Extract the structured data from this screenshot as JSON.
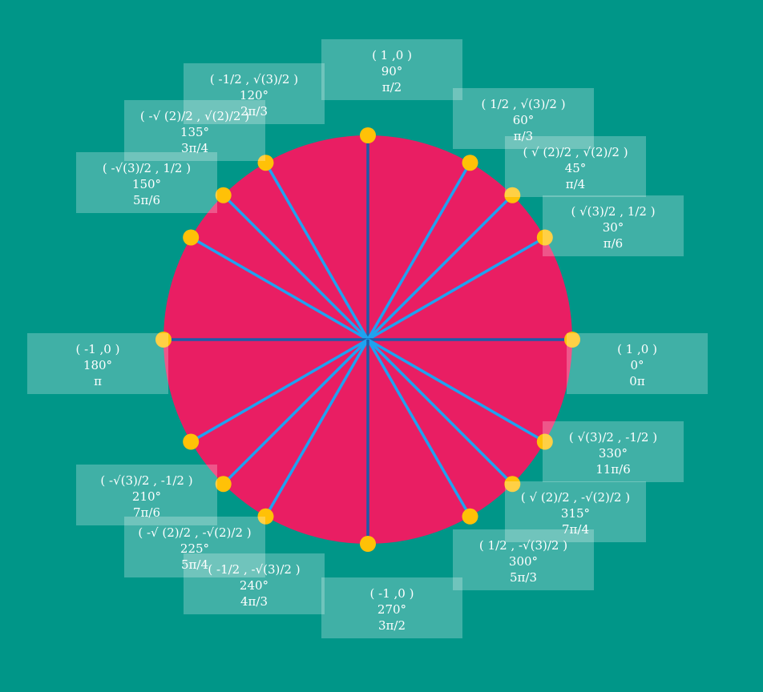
{
  "colors": {
    "background": "#009688",
    "circle_fill": "#E91E63",
    "spoke_primary": "#1E5BA8",
    "spoke_secondary": "#1FA2F0",
    "point_fill": "#FFC107",
    "box_fill": "rgba(255,255,255,0.25)",
    "text": "#FFFFFF"
  },
  "angles": [
    {
      "deg": 90,
      "coord": "( 1 ,0 )",
      "degree_label": "90°",
      "radian_label": "π/2"
    },
    {
      "deg": 120,
      "coord": "( -1/2 , √(3)/2 )",
      "degree_label": "120°",
      "radian_label": "2π/3"
    },
    {
      "deg": 60,
      "coord": "( 1/2 , √(3)/2 )",
      "degree_label": "60°",
      "radian_label": "π/3"
    },
    {
      "deg": 135,
      "coord": "( -√ (2)/2 , √(2)/2 )",
      "degree_label": "135°",
      "radian_label": "3π/4"
    },
    {
      "deg": 45,
      "coord": "( √ (2)/2 , √(2)/2 )",
      "degree_label": "45°",
      "radian_label": "π/4"
    },
    {
      "deg": 150,
      "coord": "( -√(3)/2 , 1/2 )",
      "degree_label": "150°",
      "radian_label": "5π/6"
    },
    {
      "deg": 30,
      "coord": "( √(3)/2 , 1/2 )",
      "degree_label": "30°",
      "radian_label": "π/6"
    },
    {
      "deg": 180,
      "coord": "( -1 ,0 )",
      "degree_label": "180°",
      "radian_label": "π"
    },
    {
      "deg": 0,
      "coord": "( 1 ,0 )",
      "degree_label": "0°",
      "radian_label": "0π"
    },
    {
      "deg": 330,
      "coord": "( √(3)/2 , -1/2 )",
      "degree_label": "330°",
      "radian_label": "11π/6"
    },
    {
      "deg": 210,
      "coord": "( -√(3)/2 , -1/2 )",
      "degree_label": "210°",
      "radian_label": "7π/6"
    },
    {
      "deg": 315,
      "coord": "( √ (2)/2 , -√(2)/2 )",
      "degree_label": "315°",
      "radian_label": "7π/4"
    },
    {
      "deg": 225,
      "coord": "( -√ (2)/2 , -√(2)/2 )",
      "degree_label": "225°",
      "radian_label": "5π/4"
    },
    {
      "deg": 300,
      "coord": "( 1/2 , -√(3)/2 )",
      "degree_label": "300°",
      "radian_label": "5π/3"
    },
    {
      "deg": 240,
      "coord": "( -1/2 , -√(3)/2 )",
      "degree_label": "240°",
      "radian_label": "4π/3"
    },
    {
      "deg": 270,
      "coord": "( -1 ,0 )",
      "degree_label": "270°",
      "radian_label": "3π/2"
    }
  ]
}
